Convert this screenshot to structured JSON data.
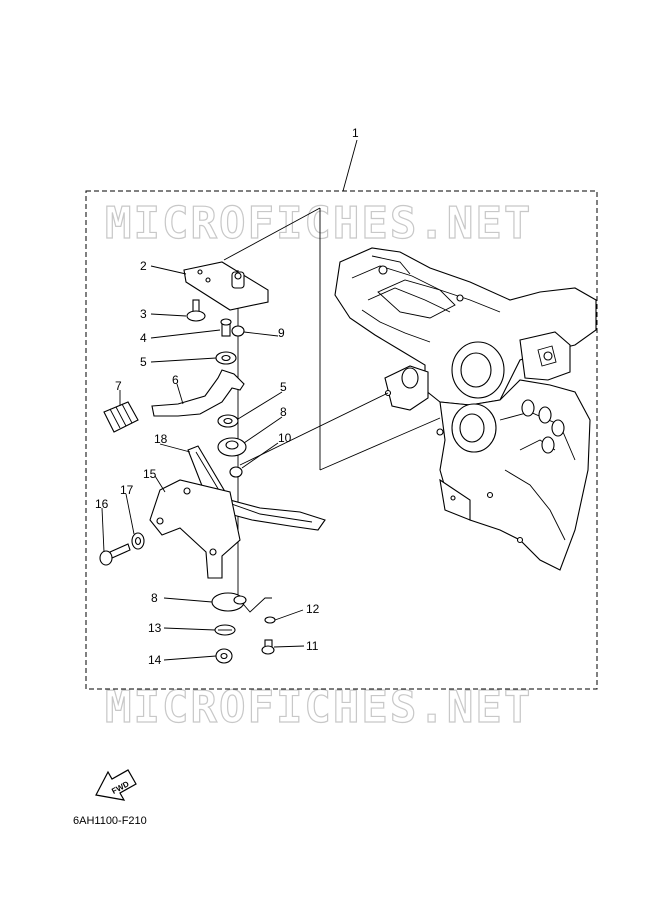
{
  "diagram": {
    "watermark_text": "MICROFICHES.NET",
    "diagram_code": "6AH1100-F210",
    "fwd_label": "FWD",
    "callouts": [
      {
        "id": "callout-1",
        "label": "1"
      },
      {
        "id": "callout-2",
        "label": "2"
      },
      {
        "id": "callout-3",
        "label": "3"
      },
      {
        "id": "callout-4",
        "label": "4"
      },
      {
        "id": "callout-5a",
        "label": "5"
      },
      {
        "id": "callout-5b",
        "label": "5"
      },
      {
        "id": "callout-6",
        "label": "6"
      },
      {
        "id": "callout-7",
        "label": "7"
      },
      {
        "id": "callout-8a",
        "label": "8"
      },
      {
        "id": "callout-8b",
        "label": "8"
      },
      {
        "id": "callout-9",
        "label": "9"
      },
      {
        "id": "callout-10",
        "label": "10"
      },
      {
        "id": "callout-11",
        "label": "11"
      },
      {
        "id": "callout-12",
        "label": "12"
      },
      {
        "id": "callout-13",
        "label": "13"
      },
      {
        "id": "callout-14",
        "label": "14"
      },
      {
        "id": "callout-15",
        "label": "15"
      },
      {
        "id": "callout-16",
        "label": "16"
      },
      {
        "id": "callout-17",
        "label": "17"
      },
      {
        "id": "callout-18",
        "label": "18"
      }
    ]
  }
}
